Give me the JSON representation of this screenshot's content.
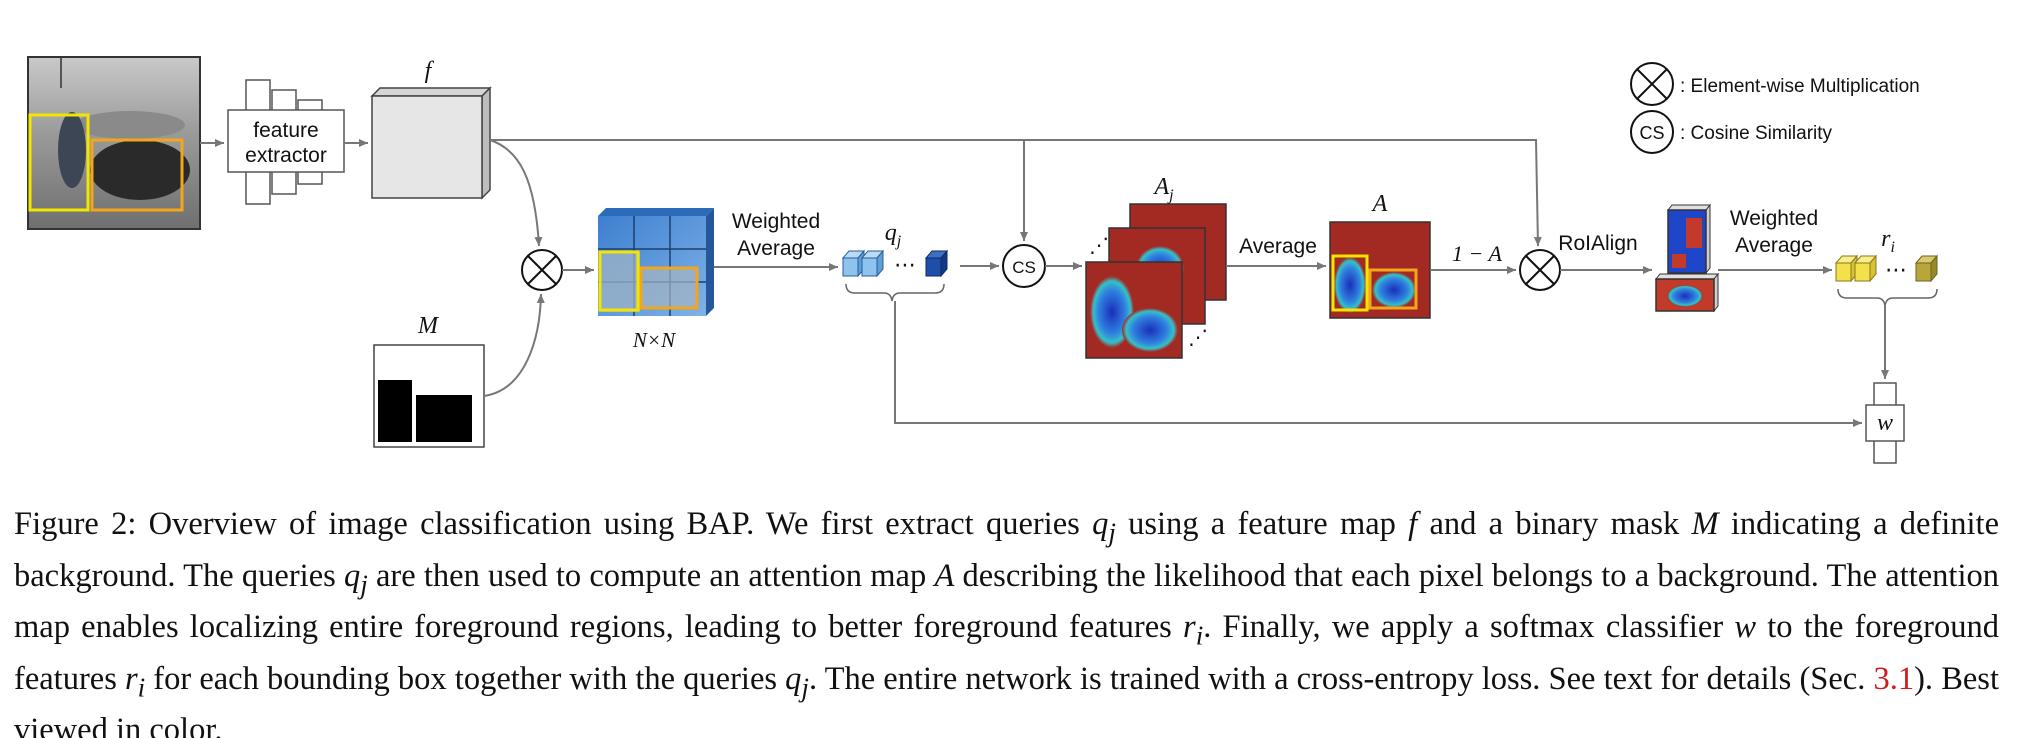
{
  "diagram": {
    "legend": {
      "multiplication": ": Element-wise Multiplication",
      "cosine": ": Cosine Similarity",
      "cs_symbol": "CS"
    },
    "feature_extractor": [
      "feature",
      "extractor"
    ],
    "feature_map": "f",
    "mask": "M",
    "grid_label": "N×N",
    "weighted_average_1": [
      "Weighted",
      "Average"
    ],
    "queries": "q",
    "queries_sub": "j",
    "cs_node": "CS",
    "attention_stack": "A",
    "attention_stack_sub": "j",
    "average": "Average",
    "attention_map": "A",
    "one_minus_a": "1 − A",
    "roialign": "RoIAlign",
    "weighted_average_2": [
      "Weighted",
      "Average"
    ],
    "fg_features": "r",
    "fg_features_sub": "i",
    "classifier": "w",
    "ellipsis": "⋯",
    "vellipsis": "⋰"
  },
  "caption": {
    "prefix": "Figure 2: Overview of image classification using BAP. We first extract queries",
    "q": "q",
    "j": "j",
    "p1": " using a feature map ",
    "f": "f",
    "p2": " and a binary mask ",
    "M": "M",
    "p3": " indicating a definite background. The queries ",
    "p4": " are then used to compute an attention map ",
    "A": "A",
    "p5": " describing the likelihood that each pixel belongs to a background. The attention map enables localizing entire foreground regions, leading to better foreground features ",
    "r": "r",
    "i": "i",
    "p6": ". Finally, we apply a softmax classifier ",
    "w": "w",
    "p7": " to the foreground features ",
    "p8": " for each bounding box together with the queries ",
    "p9": ". The entire network is trained with a cross-entropy loss. See text for details (Sec. ",
    "ref": "3.1",
    "p10": "). Best viewed in color."
  },
  "colors": {
    "yellow_box": "#f2e600",
    "orange_box": "#f3a51c",
    "query_light": "#8ec3ee",
    "query_dark": "#1d4fa8",
    "fg_light": "#f3e04a",
    "fg_dark": "#b8a63a",
    "heat_bg": "#a32a22",
    "heat_fg": "#1f45c9"
  }
}
